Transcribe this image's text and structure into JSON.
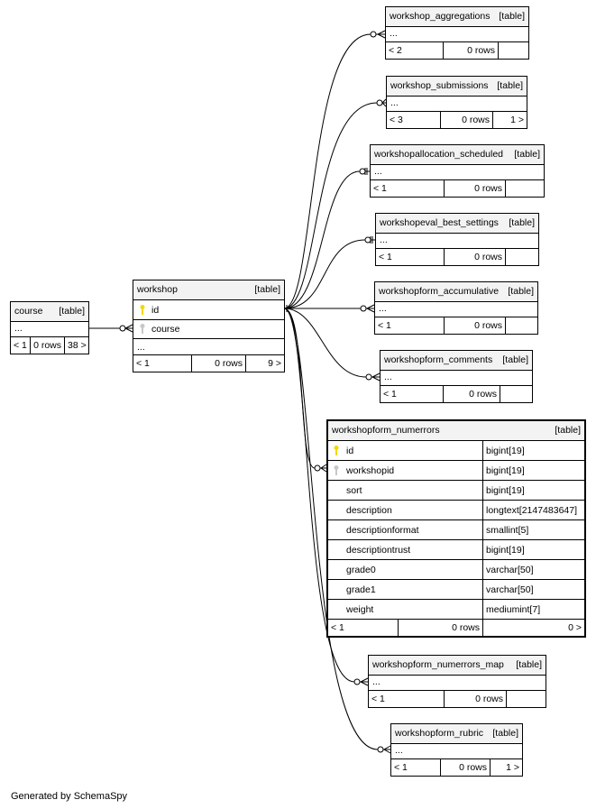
{
  "diagram": {
    "footer_text": "Generated by SchemaSpy",
    "tables": {
      "course": {
        "name": "course",
        "kind": "[table]",
        "dots": "...",
        "parents": "< 1",
        "rows": "0 rows",
        "children": "38 >"
      },
      "workshop": {
        "name": "workshop",
        "kind": "[table]",
        "pk": "id",
        "fk": "course",
        "dots": "...",
        "parents": "< 1",
        "rows": "0 rows",
        "children": "9 >"
      },
      "aggregations": {
        "name": "workshop_aggregations",
        "kind": "[table]",
        "dots": "...",
        "parents": "< 2",
        "rows": "0 rows",
        "children": ""
      },
      "submissions": {
        "name": "workshop_submissions",
        "kind": "[table]",
        "dots": "...",
        "parents": "< 3",
        "rows": "0 rows",
        "children": "1 >"
      },
      "allocation": {
        "name": "workshopallocation_scheduled",
        "kind": "[table]",
        "dots": "...",
        "parents": "< 1",
        "rows": "0 rows",
        "children": ""
      },
      "evalbest": {
        "name": "workshopeval_best_settings",
        "kind": "[table]",
        "dots": "...",
        "parents": "< 1",
        "rows": "0 rows",
        "children": ""
      },
      "accumulative": {
        "name": "workshopform_accumulative",
        "kind": "[table]",
        "dots": "...",
        "parents": "< 1",
        "rows": "0 rows",
        "children": ""
      },
      "comments": {
        "name": "workshopform_comments",
        "kind": "[table]",
        "dots": "...",
        "parents": "< 1",
        "rows": "0 rows",
        "children": ""
      },
      "numerrors": {
        "name": "workshopform_numerrors",
        "kind": "[table]",
        "columns": [
          {
            "name": "id",
            "type": "bigint[19]",
            "key": "primary"
          },
          {
            "name": "workshopid",
            "type": "bigint[19]",
            "key": "foreign"
          },
          {
            "name": "sort",
            "type": "bigint[19]",
            "key": ""
          },
          {
            "name": "description",
            "type": "longtext[2147483647]",
            "key": ""
          },
          {
            "name": "descriptionformat",
            "type": "smallint[5]",
            "key": ""
          },
          {
            "name": "descriptiontrust",
            "type": "bigint[19]",
            "key": ""
          },
          {
            "name": "grade0",
            "type": "varchar[50]",
            "key": ""
          },
          {
            "name": "grade1",
            "type": "varchar[50]",
            "key": ""
          },
          {
            "name": "weight",
            "type": "mediumint[7]",
            "key": ""
          }
        ],
        "parents": "< 1",
        "rows": "0 rows",
        "children": "0 >"
      },
      "numerrors_map": {
        "name": "workshopform_numerrors_map",
        "kind": "[table]",
        "dots": "...",
        "parents": "< 1",
        "rows": "0 rows",
        "children": ""
      },
      "rubric": {
        "name": "workshopform_rubric",
        "kind": "[table]",
        "dots": "...",
        "parents": "< 1",
        "rows": "0 rows",
        "children": "1 >"
      }
    },
    "colors": {
      "line": "#000000",
      "header_bg": "#f3f3f3",
      "pk_key": "#f5d800",
      "fk_key": "#c8c8c8"
    }
  }
}
